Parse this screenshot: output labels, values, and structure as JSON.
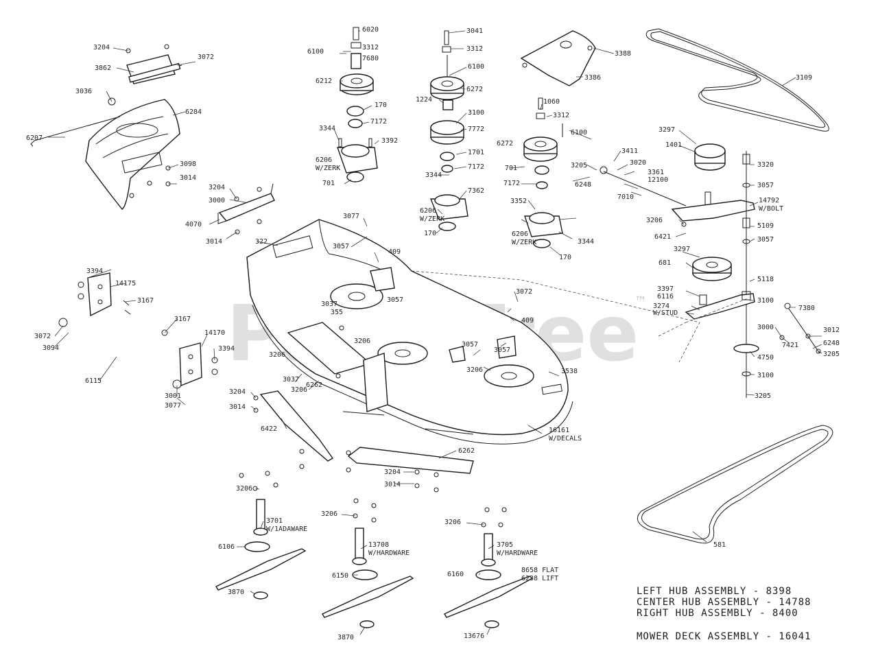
{
  "watermark": {
    "text": "PartsTree",
    "trademark": "™"
  },
  "legend": {
    "left_hub": "LEFT HUB ASSEMBLY - 8398",
    "center_hub": "CENTER HUB ASSEMBLY - 14788",
    "right_hub": "RIGHT HUB ASSEMBLY - 8400",
    "mower_deck": "MOWER DECK ASSEMBLY - 16041"
  },
  "callouts": {
    "c01": "3204",
    "c02": "3862",
    "c03": "3072",
    "c04": "3036",
    "c05": "6284",
    "c06": "6207",
    "c07": "3098",
    "c08": "3014",
    "c09": "3204",
    "c10": "3000",
    "c11": "4070",
    "c12": "3014",
    "c13": "322",
    "c14": "3077",
    "c15": "3057",
    "c16": "409",
    "c17": "3394",
    "c18": "14175",
    "c19": "3167",
    "c20": "3072",
    "c21": "3094",
    "c22": "6115",
    "c23": "3167",
    "c24": "14170",
    "c25": "3394",
    "c26": "3001",
    "c27": "3077",
    "c28": "3204",
    "c29": "3014",
    "c30": "6422",
    "c31": "6262",
    "c32": "3204",
    "c33": "3014",
    "c34": "3206",
    "c35": "3701",
    "c36": "W/1ADAWARE",
    "c37": "6106",
    "c38": "3870",
    "c39": "3206",
    "c40": "13708",
    "c41": "W/HARDWARE",
    "c42": "6150",
    "c43": "3870",
    "c44": "3206",
    "c45": "3705",
    "c46": "W/HARDWARE",
    "c47": "6160",
    "c48": "8658 FLAT",
    "c49": "6238 LIFT",
    "c50": "13676",
    "c51": "6020",
    "c52": "3312",
    "c53": "6100",
    "c54": "7680",
    "c55": "6212",
    "c56": "170",
    "c57": "7172",
    "c58": "3344",
    "c59": "3392",
    "c60": "6206",
    "c61": "W/ZERK",
    "c62": "701",
    "c63": "3041",
    "c64": "3312",
    "c65": "6100",
    "c66": "6272",
    "c67": "1224",
    "c68": "3100",
    "c69": "7772",
    "c70": "1701",
    "c71": "7172",
    "c72": "3344",
    "c73": "7362",
    "c74": "6206",
    "c75": "W/ZERK",
    "c76": "170",
    "c77": "3388",
    "c78": "3386",
    "c79": "1060",
    "c80": "3312",
    "c81": "6100",
    "c82": "6272",
    "c83": "701",
    "c84": "7172",
    "c85": "3352",
    "c86": "6206",
    "c87": "W/ZERK",
    "c88": "3344",
    "c89": "170",
    "c90": "3205",
    "c91": "6248",
    "c92": "3411",
    "c93": "3020",
    "c94": "3361",
    "c95": "12100",
    "c96": "7010",
    "c97": "3109",
    "c98": "3297",
    "c99": "1401",
    "c100": "3320",
    "c101": "3057",
    "c102": "14792",
    "c103": "W/BOLT",
    "c104": "3206",
    "c105": "6421",
    "c106": "5109",
    "c107": "3057",
    "c108": "3297",
    "c109": "681",
    "c110": "5118",
    "c111": "3397",
    "c112": "6116",
    "c113": "3100",
    "c114": "3274",
    "c115": "W/STUD",
    "c116": "3000",
    "c117": "7421",
    "c118": "7380",
    "c119": "3012",
    "c120": "6248",
    "c121": "3205",
    "c122": "4750",
    "c123": "3100",
    "c124": "3205",
    "c125": "3057",
    "c126": "3072",
    "c127": "409",
    "c128": "355",
    "c129": "3037",
    "c130": "3206",
    "c131": "3037",
    "c132": "3206",
    "c133": "3057",
    "c134": "3206",
    "c135": "3538",
    "c136": "16161",
    "c137": "W/DECALS",
    "c138": "6262",
    "c139": "3206",
    "c140": "3057",
    "c141": "581"
  }
}
